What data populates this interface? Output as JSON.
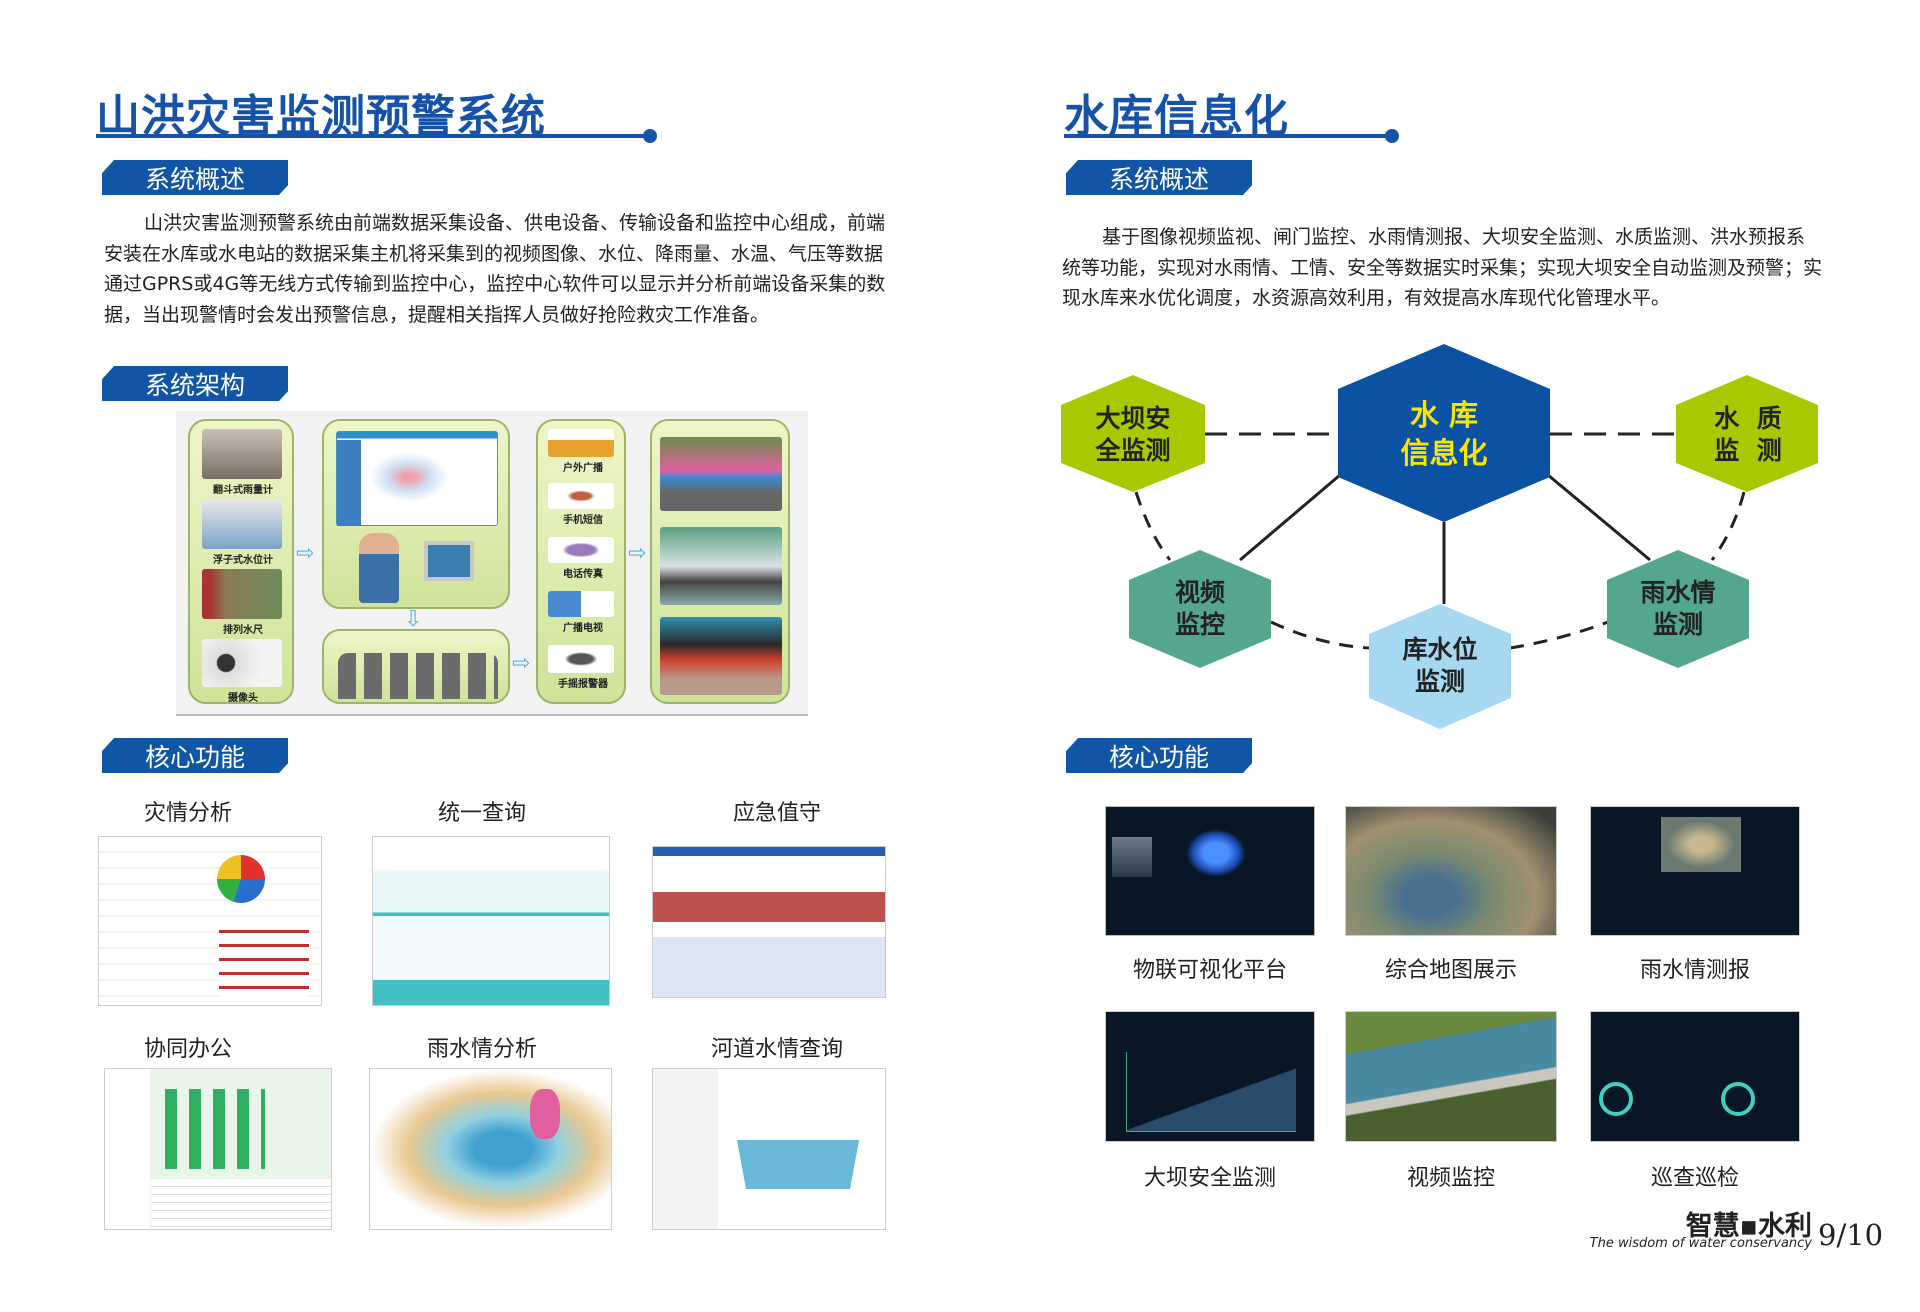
{
  "left": {
    "title": "山洪灾害监测预警系统",
    "overview_tab": "系统概述",
    "overview_text": "山洪灾害监测预警系统由前端数据采集设备、供电设备、传输设备和监控中心组成，前端安装在水库或水电站的数据采集主机将采集到的视频图像、水位、降雨量、水温、气压等数据通过GPRS或4G等无线方式传输到监控中心，监控中心软件可以显示并分析前端设备采集的数据，当出现警情时会发出预警信息，提醒相关指挥人员做好抢险救灾工作准备。",
    "architecture_tab": "系统架构",
    "architecture": {
      "sensors": [
        "翻斗式雨量计",
        "浮子式水位计",
        "排列水尺",
        "摄像头"
      ],
      "alerts": [
        "户外广播",
        "手机短信",
        "电话传真",
        "广播电视",
        "手摇报警器"
      ]
    },
    "functions_tab": "核心功能",
    "functions": [
      "灾情分析",
      "统一查询",
      "应急值守",
      "协同办公",
      "雨水情分析",
      "河道水情查询"
    ]
  },
  "right": {
    "title": "水库信息化",
    "overview_tab": "系统概述",
    "overview_text": "基于图像视频监视、闸门监控、水雨情测报、大坝安全监测、水质监测、洪水预报系统等功能，实现对水雨情、工情、安全等数据实时采集；实现大坝安全自动监测及预警；实现水库来水优化调度，水资源高效利用，有效提高水库现代化管理水平。",
    "diagram": {
      "center": [
        "水 库",
        "信息化"
      ],
      "dam": [
        "大坝安",
        "全监测"
      ],
      "quality": [
        "水  质",
        "监  测"
      ],
      "video": [
        "视频",
        "监控"
      ],
      "rain": [
        "雨水情",
        "监测"
      ],
      "level": [
        "库水位",
        "监测"
      ],
      "colors": {
        "center": "#0b52a3",
        "center_text": "#f7e600",
        "green": "#a9c800",
        "teal": "#55a68f",
        "light": "#a7d8f2"
      }
    },
    "functions_tab": "核心功能",
    "functions": [
      "物联可视化平台",
      "综合地图展示",
      "雨水情测报",
      "大坝安全监测",
      "视频监控",
      "巡查巡检"
    ]
  },
  "footer": {
    "brand": "智慧▪水利",
    "slogan": "The wisdom of water conservancy",
    "page": "9/10"
  }
}
